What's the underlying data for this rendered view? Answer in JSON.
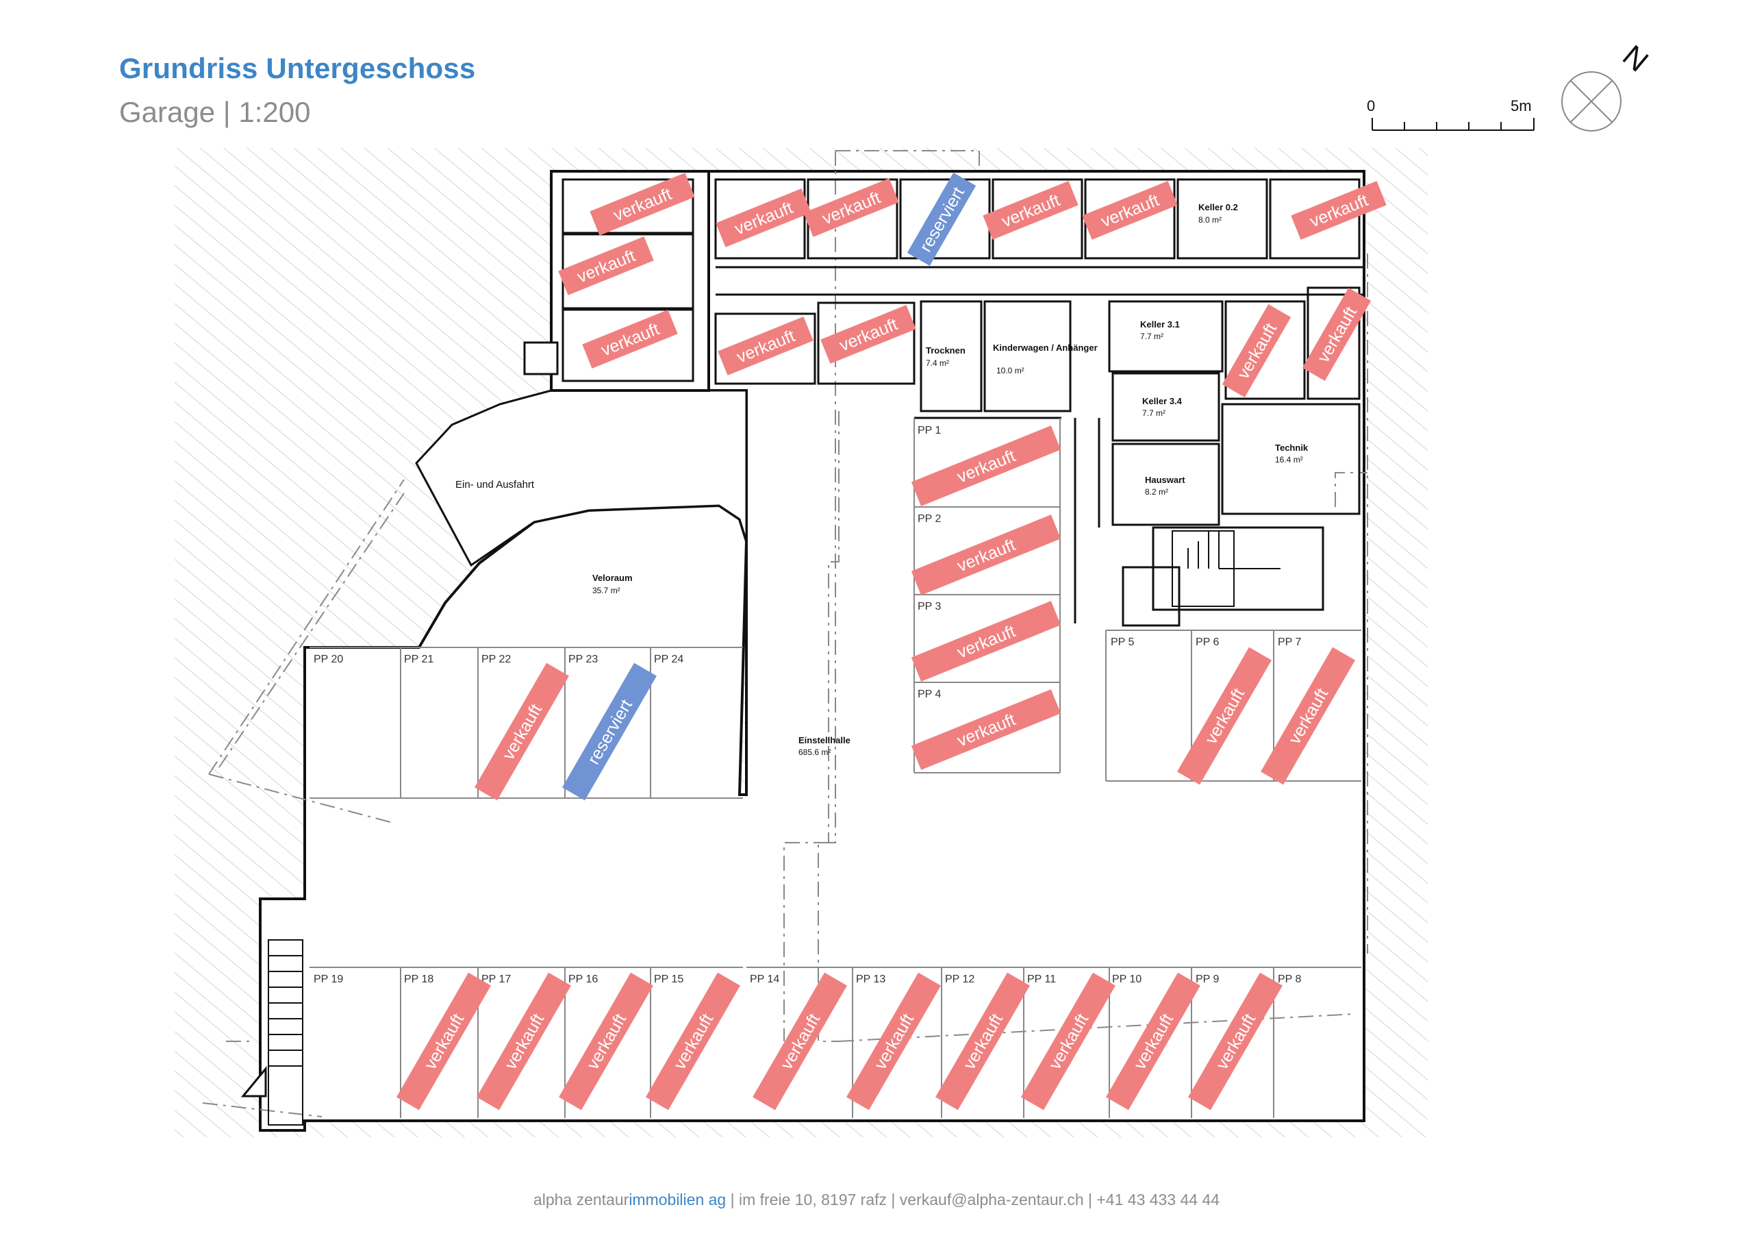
{
  "header": {
    "title": "Grundriss Untergeschoss",
    "subtitle": "Garage | 1:200"
  },
  "scale_bar": {
    "start": "0",
    "end": "5m"
  },
  "north": {
    "label": "N"
  },
  "colors": {
    "sold": "#f08080",
    "reserved": "#6f93d3",
    "title": "#3d85c6"
  },
  "status_labels": {
    "sold": "verkauft",
    "reserved": "reserviert"
  },
  "rooms": [
    {
      "id": "keller-0-2",
      "name": "Keller 0.2",
      "area": "8.0 m²"
    },
    {
      "id": "keller-3-1",
      "name": "Keller 3.1",
      "area": "7.7 m²"
    },
    {
      "id": "keller-3-4",
      "name": "Keller 3.4",
      "area": "7.7 m²"
    },
    {
      "id": "trocknen",
      "name": "Trocknen",
      "area": "7.4 m²"
    },
    {
      "id": "kinderwagen",
      "name": "Kinderwagen / Anhänger",
      "area": "10.0 m²"
    },
    {
      "id": "technik",
      "name": "Technik",
      "area": "16.4 m²"
    },
    {
      "id": "hauswart",
      "name": "Hauswart",
      "area": "8.2 m²"
    },
    {
      "id": "veloraum",
      "name": "Veloraum",
      "area": "35.7 m²"
    },
    {
      "id": "einstellhalle",
      "name": "Einstellhalle",
      "area": "685.6 m²"
    },
    {
      "id": "einfahrt",
      "name": "Ein- und Ausfahrt",
      "area": ""
    }
  ],
  "parking": [
    "PP 1",
    "PP 2",
    "PP 3",
    "PP 4",
    "PP 5",
    "PP 6",
    "PP 7",
    "PP 8",
    "PP 9",
    "PP 10",
    "PP 11",
    "PP 12",
    "PP 13",
    "PP 14",
    "PP 15",
    "PP 16",
    "PP 17",
    "PP 18",
    "PP 19",
    "PP 20",
    "PP 21",
    "PP 22",
    "PP 23",
    "PP 24"
  ],
  "stamps": [
    "verkauft",
    "verkauft",
    "verkauft",
    "reserviert",
    "verkauft",
    "verkauft",
    "verkauft",
    "verkauft",
    "verkauft",
    "verkauft",
    "verkauft",
    "verkauft",
    "verkauft",
    "verkauft",
    "verkauft",
    "verkauft",
    "verkauft",
    "verkauft",
    "verkauft",
    "verkauft",
    "reserviert",
    "verkauft",
    "verkauft",
    "verkauft",
    "verkauft",
    "verkauft",
    "verkauft",
    "verkauft",
    "verkauft",
    "verkauft",
    "verkauft"
  ],
  "footer": {
    "company_a": "alpha zentaur",
    "company_b": "immobilien ag",
    "contact": " | im freie 10, 8197 rafz | verkauf@alpha-zentaur.ch | +41 43 433 44 44"
  }
}
